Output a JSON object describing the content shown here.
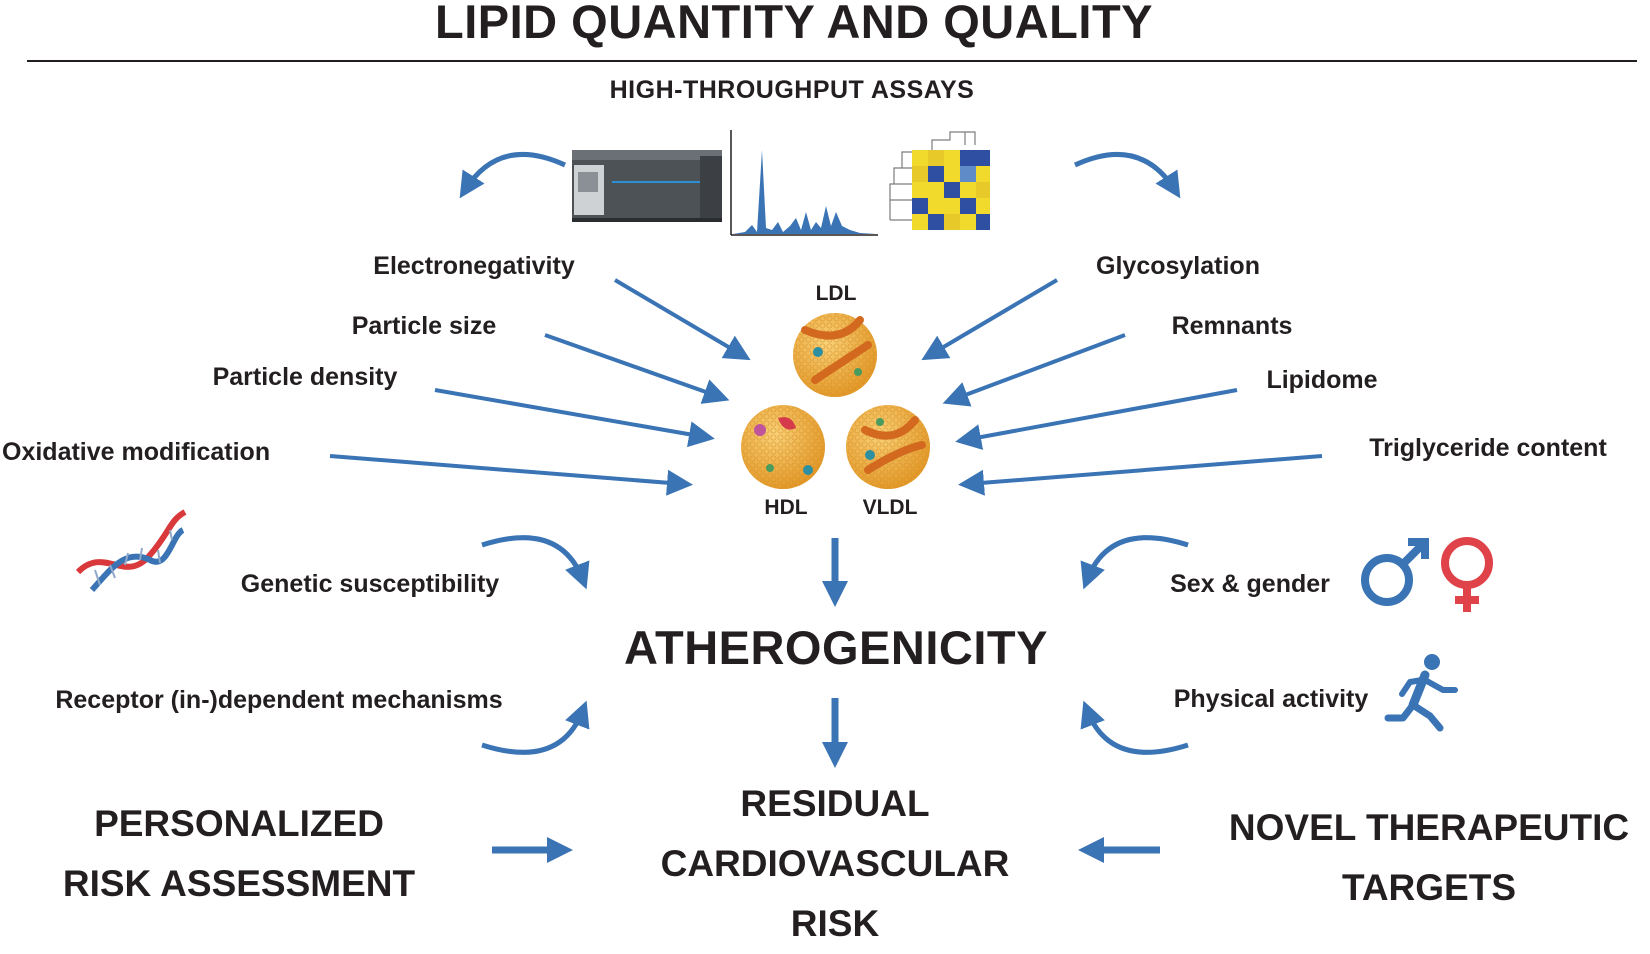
{
  "title": "LIPID QUANTITY AND QUALITY",
  "assays_label": "HIGH-THROUGHPUT ASSAYS",
  "lipoproteins": {
    "ldl": "LDL",
    "hdl": "HDL",
    "vldl": "VLDL"
  },
  "left_factors": [
    "Electronegativity",
    "Particle size",
    "Particle density",
    "Oxidative modification"
  ],
  "right_factors": [
    "Glycosylation",
    "Remnants",
    "Lipidome",
    "Triglyceride content"
  ],
  "modifiers": {
    "genetic": "Genetic susceptibility",
    "receptor": "Receptor (in-)dependent mechanisms",
    "sex": "Sex & gender",
    "physical": "Physical activity"
  },
  "atherogenicity": "ATHEROGENICITY",
  "residual_risk": [
    "RESIDUAL",
    "CARDIOVASCULAR",
    "RISK"
  ],
  "personalized": [
    "PERSONALIZED",
    "RISK ASSESSMENT"
  ],
  "novel": [
    "NOVEL THERAPEUTIC",
    "TARGETS"
  ],
  "colors": {
    "arrow": "#3a74b5",
    "text": "#231f20",
    "particle": "#f0b24a",
    "heatmap_yellow": "#f2da2c",
    "heatmap_blue": "#2f4fa3",
    "dna_red": "#d9393a",
    "female": "#e0424a"
  }
}
